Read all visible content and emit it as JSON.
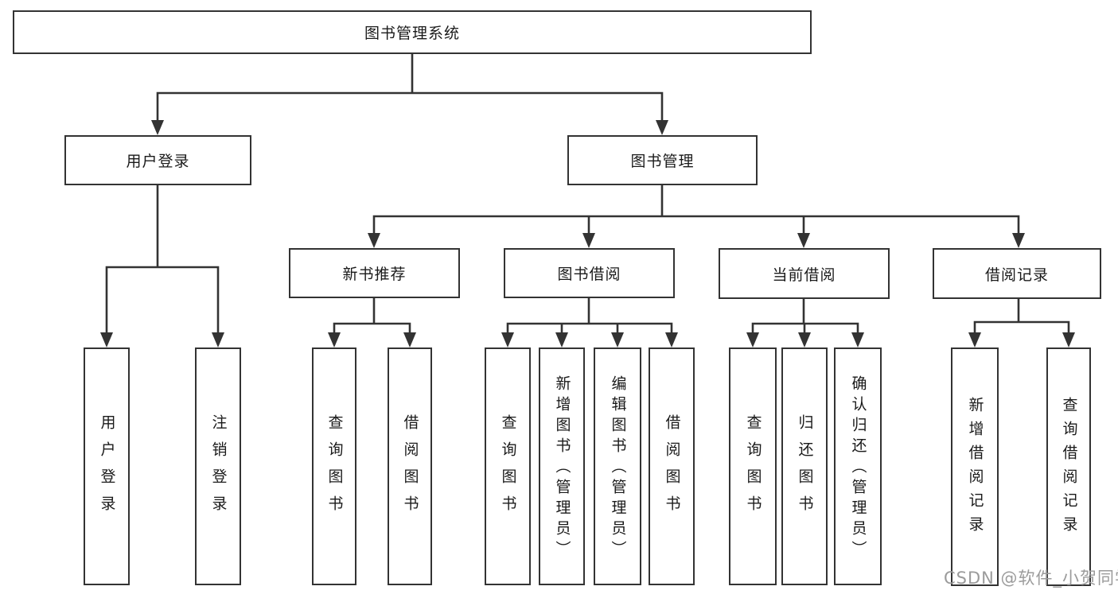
{
  "tree": {
    "label": "图书管理系统",
    "children": [
      {
        "label": "用户登录",
        "children": [
          {
            "label": "用户登录"
          },
          {
            "label": "注销登录"
          }
        ]
      },
      {
        "label": "图书管理",
        "children": [
          {
            "label": "新书推荐",
            "children": [
              {
                "label": "查询图书"
              },
              {
                "label": "借阅图书"
              }
            ]
          },
          {
            "label": "图书借阅",
            "children": [
              {
                "label": "查询图书"
              },
              {
                "label": "新增图书（管理员）"
              },
              {
                "label": "编辑图书（管理员）"
              },
              {
                "label": "借阅图书"
              }
            ]
          },
          {
            "label": "当前借阅",
            "children": [
              {
                "label": "查询图书"
              },
              {
                "label": "归还图书"
              },
              {
                "label": "确认归还（管理员）"
              }
            ]
          },
          {
            "label": "借阅记录",
            "children": [
              {
                "label": "新增借阅记录"
              },
              {
                "label": "查询借阅记录"
              }
            ]
          }
        ]
      }
    ]
  },
  "watermark": {
    "text": "CSDN @软件_小贺同学"
  },
  "colors": {
    "line": "#333333",
    "text": "#1a1a1a",
    "watermark": "#9b9b9b",
    "background": "#ffffff"
  }
}
